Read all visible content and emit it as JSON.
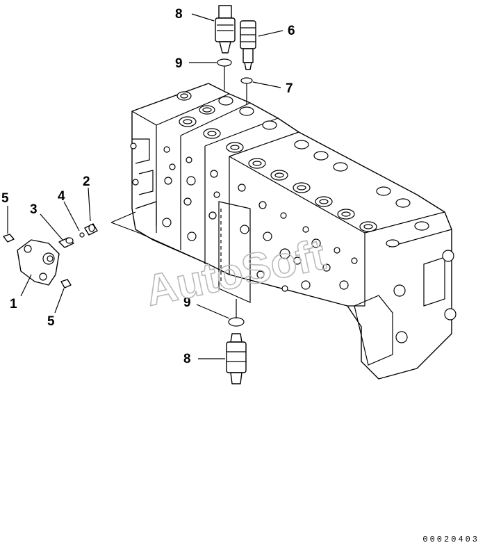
{
  "watermark": "AutoSoft",
  "drawing_code": "00020403",
  "callouts": [
    {
      "id": "c1",
      "text": "1"
    },
    {
      "id": "c2",
      "text": "2"
    },
    {
      "id": "c3",
      "text": "3"
    },
    {
      "id": "c4",
      "text": "4"
    },
    {
      "id": "c5a",
      "text": "5"
    },
    {
      "id": "c5b",
      "text": "5"
    },
    {
      "id": "c6",
      "text": "6"
    },
    {
      "id": "c7",
      "text": "7"
    },
    {
      "id": "c8a",
      "text": "8"
    },
    {
      "id": "c8b",
      "text": "8"
    },
    {
      "id": "c9a",
      "text": "9"
    },
    {
      "id": "c9b",
      "text": "9"
    }
  ]
}
